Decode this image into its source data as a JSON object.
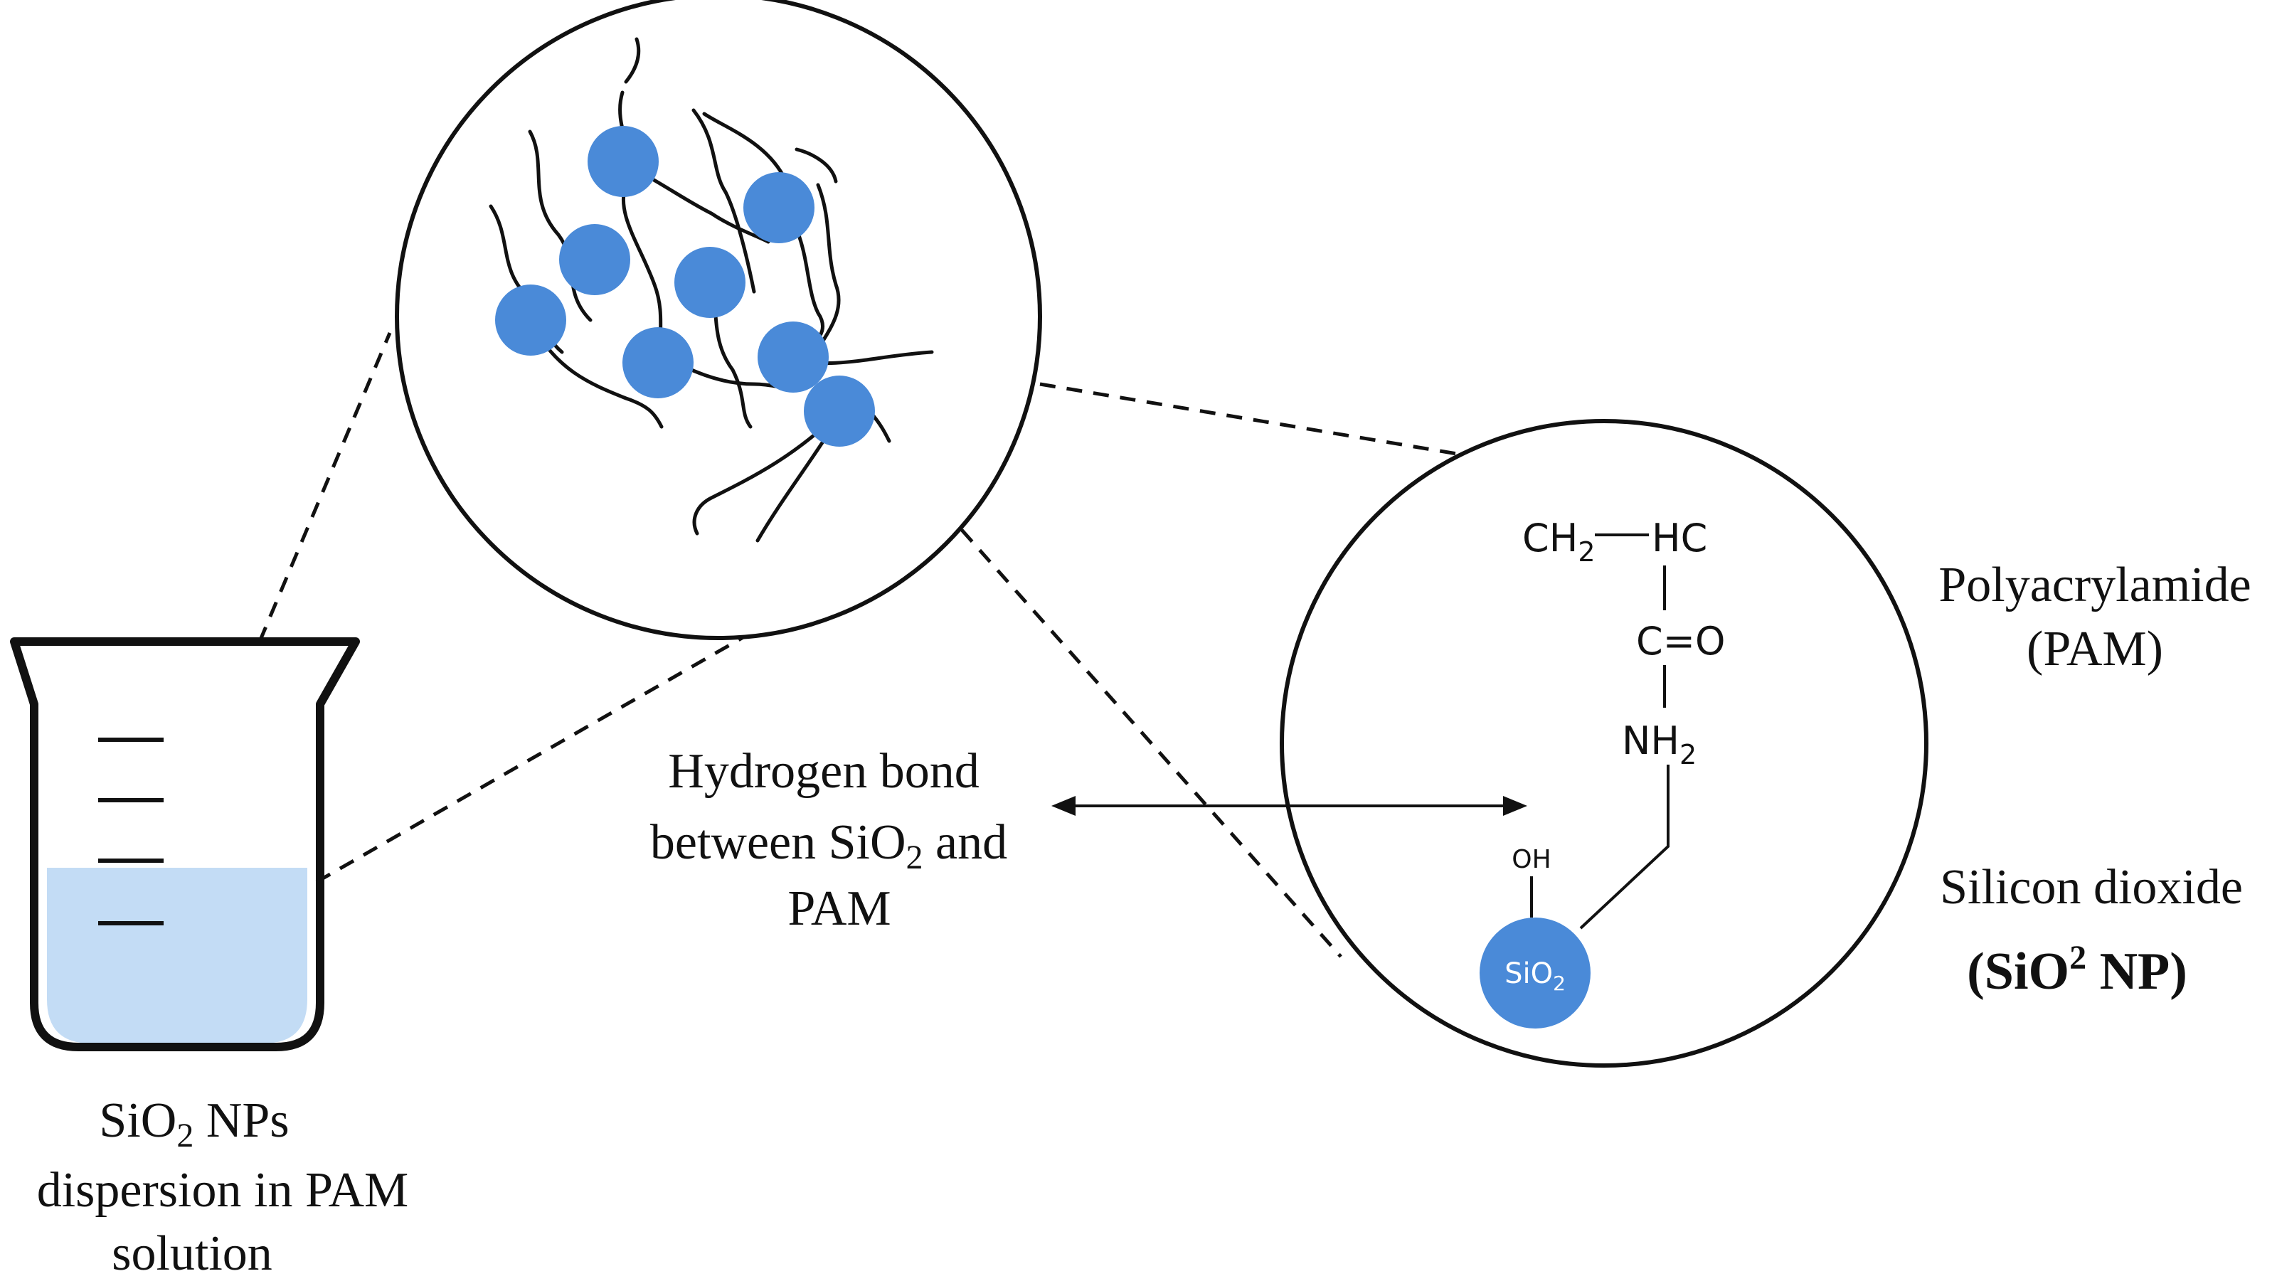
{
  "colors": {
    "nanoparticle": "#4a8ad8",
    "liquid": "#c3dcf5",
    "line": "#111111"
  },
  "beaker": {
    "caption_line1_main": "SiO",
    "caption_line1_sub": "2",
    "caption_line1_rest": " NPs",
    "caption_line2": "dispersion in PAM",
    "caption_line3": "solution"
  },
  "hydrogen_bond": {
    "line1": "Hydrogen bond",
    "line2_main": "between SiO",
    "line2_sub": "2",
    "line2_rest": " and",
    "line3": "PAM"
  },
  "structure": {
    "ch2_main": "CH",
    "ch2_sub": "2",
    "hc": "HC",
    "carbonyl": "C=O",
    "nh2_main": "NH",
    "nh2_sub": "2",
    "oh": "OH",
    "sio2_main": "SiO",
    "sio2_sub": "2"
  },
  "labels": {
    "pam_line1": "Polyacrylamide",
    "pam_line2": "(PAM)",
    "silicon_line1": "Silicon dioxide",
    "silicon_line2_main": "(SiO",
    "silicon_line2_sup": "2",
    "silicon_line2_rest": " NP)"
  }
}
